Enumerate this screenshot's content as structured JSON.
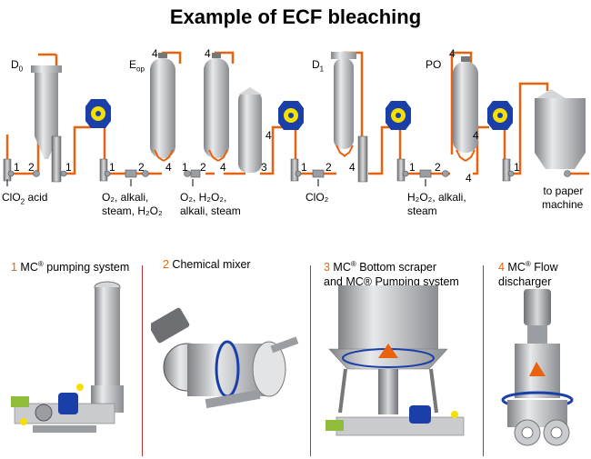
{
  "title": "Example of ECF bleaching",
  "stages": {
    "d0": {
      "base": "D",
      "sub": "0"
    },
    "eop": {
      "base": "E",
      "sub": "op"
    },
    "d1": {
      "base": "D",
      "sub": "1"
    },
    "po": {
      "base": "PO",
      "sub": ""
    }
  },
  "chem_labels": {
    "a": {
      "line1_pre": "ClO",
      "line1_sub": "2",
      "line1_post": " acid"
    },
    "b": {
      "line1": "O₂, alkali,",
      "line2": "steam, H₂O₂"
    },
    "c": {
      "line1": "O₂, H₂O₂,",
      "line2": "alkali, steam"
    },
    "d": {
      "line1": "ClO₂"
    },
    "e": {
      "line1": "H₂O₂, alkali,",
      "line2": "steam"
    },
    "f": {
      "line1": "to paper",
      "line2": "machine"
    }
  },
  "numbers": {
    "one": "1",
    "two": "2",
    "three": "3",
    "four": "4"
  },
  "captions": [
    {
      "num": "1",
      "text_pre": " MC",
      "sup": "®",
      "text_post": " pumping system",
      "line2": ""
    },
    {
      "num": "2",
      "text_pre": " Chemical mixer",
      "sup": "",
      "text_post": "",
      "line2": ""
    },
    {
      "num": "3",
      "text_pre": " MC",
      "sup": "®",
      "text_post": "  Bottom scraper",
      "line2": "and MC® Pumping system"
    },
    {
      "num": "4",
      "text_pre": " MC",
      "sup": "®",
      "text_post": " Flow",
      "line2": "discharger"
    }
  ],
  "colors": {
    "pipe": "#e8620f",
    "vessel": "#b9bcc0",
    "motor": "#1a3fa8",
    "accent": "#f5e000",
    "separator": "#b33333"
  }
}
